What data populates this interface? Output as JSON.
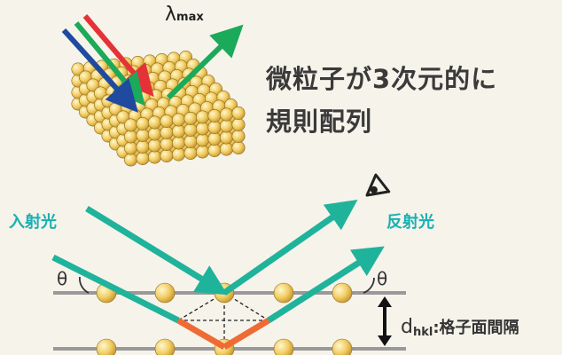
{
  "title": {
    "line1": "微粒子が3次元的に",
    "line2": "規則配列"
  },
  "lambda": {
    "symbol": "λ",
    "subscript": "max"
  },
  "labels": {
    "incident": "入射光",
    "reflected": "反射光",
    "theta": "θ"
  },
  "spacing": {
    "symbol": "d",
    "subscript": "hkl",
    "text": ":格子面間隔"
  },
  "colors": {
    "background": "#f6f3ea",
    "beam": "#1fb39b",
    "path_difference": "#ef6b35",
    "red_beam": "#e53238",
    "green_beam": "#1ba95a",
    "blue_beam": "#1f4aa0",
    "particle": "#f4d06a",
    "plane": "#999999",
    "label_accent": "#19b0b3"
  },
  "icons": {
    "observer": "eye-icon"
  }
}
